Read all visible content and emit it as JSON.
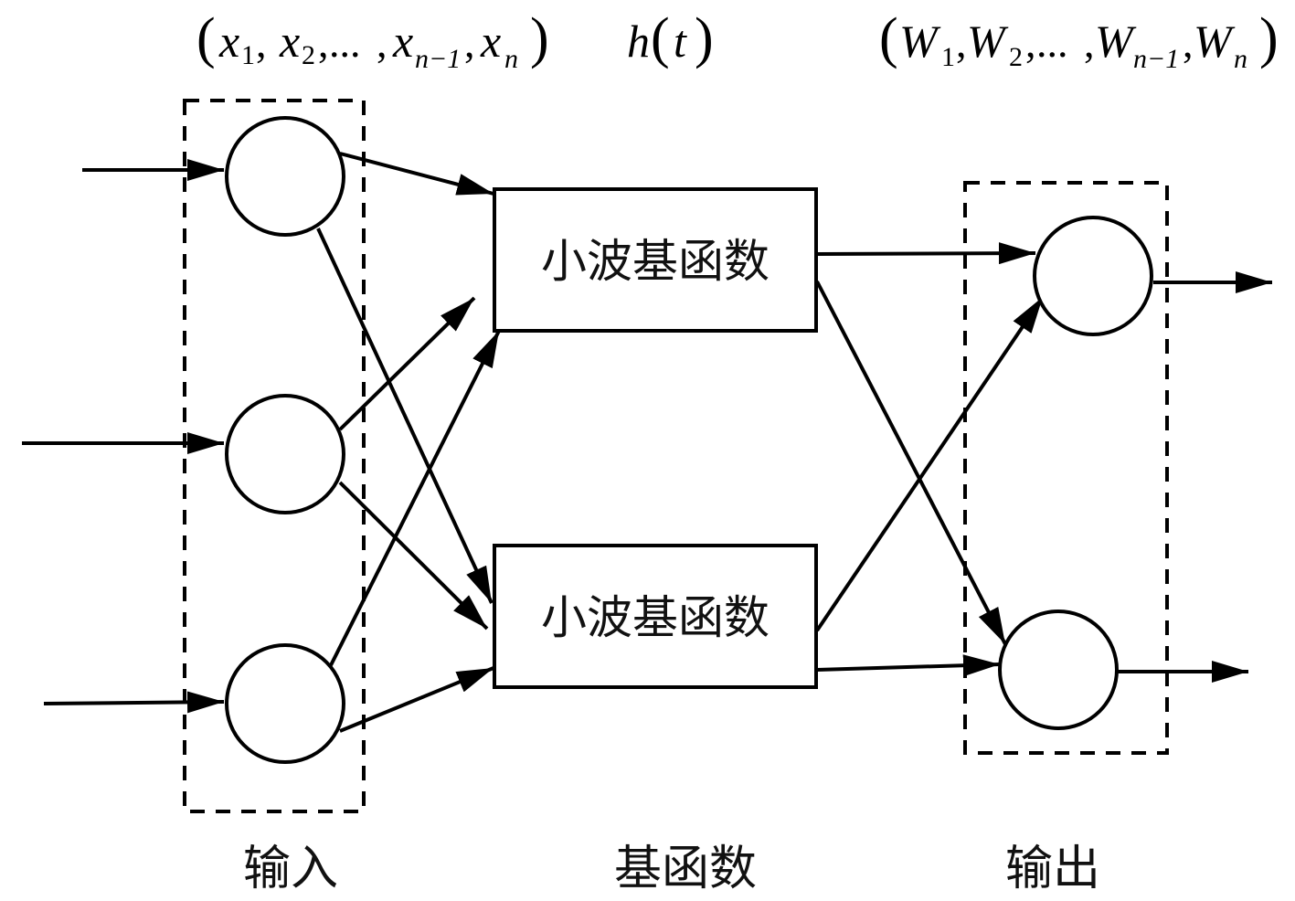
{
  "diagram": {
    "type": "wavelet-neural-network",
    "top_labels": {
      "input_vector": {
        "open": "(",
        "terms": [
          {
            "base": "x",
            "sub": "1"
          },
          {
            "base": "x",
            "sub": "2"
          },
          {
            "base": "...",
            "sub": ""
          },
          {
            "base": "x",
            "sub": "n−1"
          },
          {
            "base": "x",
            "sub": "n"
          }
        ],
        "close": ")"
      },
      "basis_function": {
        "name": "h",
        "arg": "t"
      },
      "output_weights": {
        "open": "(",
        "terms": [
          {
            "base": "W",
            "sub": "1"
          },
          {
            "base": "W",
            "sub": "2"
          },
          {
            "base": "...",
            "sub": ""
          },
          {
            "base": "W",
            "sub": "n−1"
          },
          {
            "base": "W",
            "sub": "n"
          }
        ],
        "close": ")"
      }
    },
    "layers": {
      "input": {
        "label": "输入",
        "node_count": 3
      },
      "hidden": {
        "label": "基函数",
        "boxes": [
          "小波基函数",
          "小波基函数"
        ]
      },
      "output": {
        "label": "输出",
        "node_count": 2
      }
    },
    "connections": [
      {
        "from": "input-1",
        "to": "hidden-1"
      },
      {
        "from": "input-1",
        "to": "hidden-2"
      },
      {
        "from": "input-2",
        "to": "hidden-1"
      },
      {
        "from": "input-2",
        "to": "hidden-2"
      },
      {
        "from": "input-3",
        "to": "hidden-1"
      },
      {
        "from": "input-3",
        "to": "hidden-2"
      },
      {
        "from": "hidden-1",
        "to": "output-1"
      },
      {
        "from": "hidden-1",
        "to": "output-2"
      },
      {
        "from": "hidden-2",
        "to": "output-1"
      },
      {
        "from": "hidden-2",
        "to": "output-2"
      }
    ]
  }
}
